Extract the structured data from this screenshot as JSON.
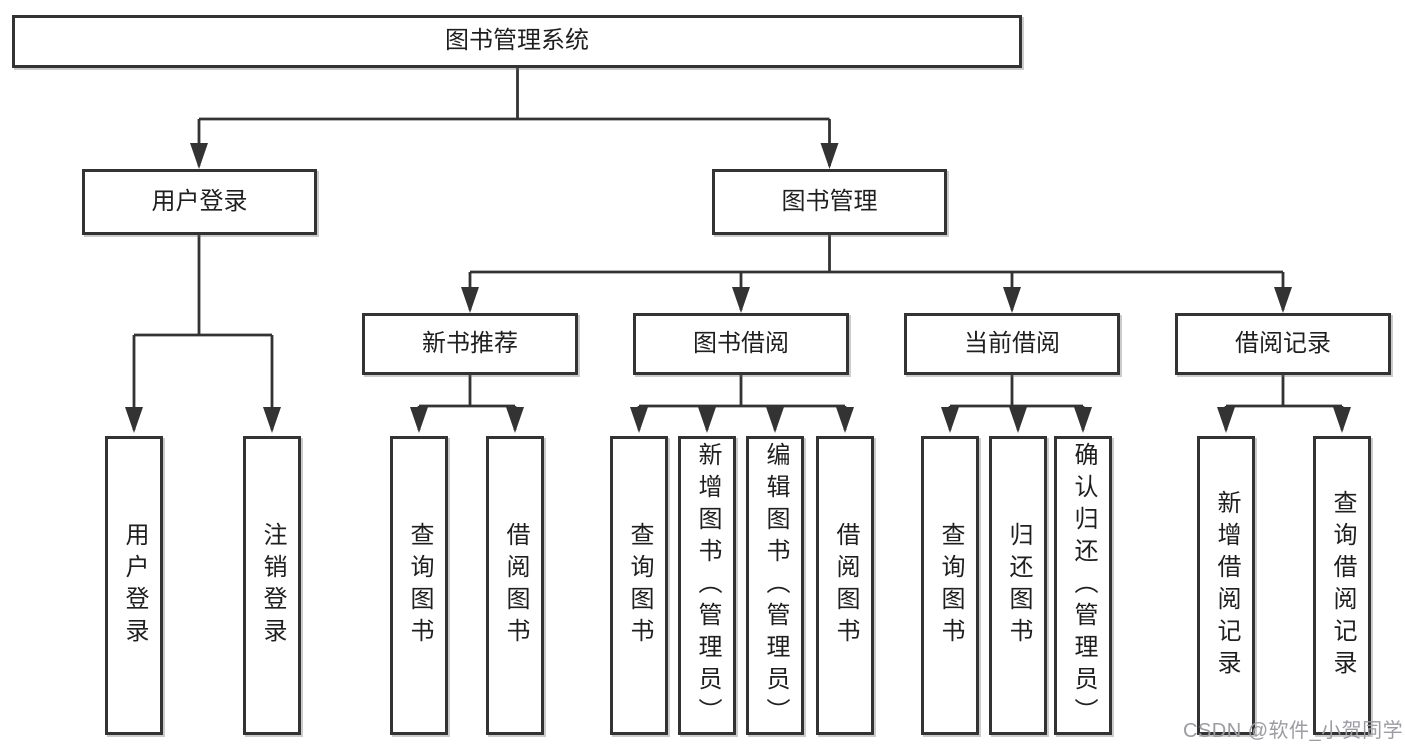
{
  "root": {
    "label": "图书管理系统"
  },
  "level2": [
    {
      "label": "用户登录"
    },
    {
      "label": "图书管理"
    }
  ],
  "level3": [
    {
      "label": "新书推荐"
    },
    {
      "label": "图书借阅"
    },
    {
      "label": "当前借阅"
    },
    {
      "label": "借阅记录"
    }
  ],
  "leaves": [
    {
      "label": "用户登录"
    },
    {
      "label": "注销登录"
    },
    {
      "label": "查询图书"
    },
    {
      "label": "借阅图书"
    },
    {
      "label": "查询图书"
    },
    {
      "label": "新增图书（管理员）"
    },
    {
      "label": "编辑图书（管理员）"
    },
    {
      "label": "借阅图书"
    },
    {
      "label": "查询图书"
    },
    {
      "label": "归还图书"
    },
    {
      "label": "确认归还（管理员）"
    },
    {
      "label": "新增借阅记录"
    },
    {
      "label": "查询借阅记录"
    }
  ],
  "watermark": {
    "text": "CSDN @软件_小贺同学"
  },
  "colors": {
    "line": "#333333",
    "text": "#1f1f1f",
    "watermark": "#9c9ca2",
    "background": "#ffffff"
  }
}
